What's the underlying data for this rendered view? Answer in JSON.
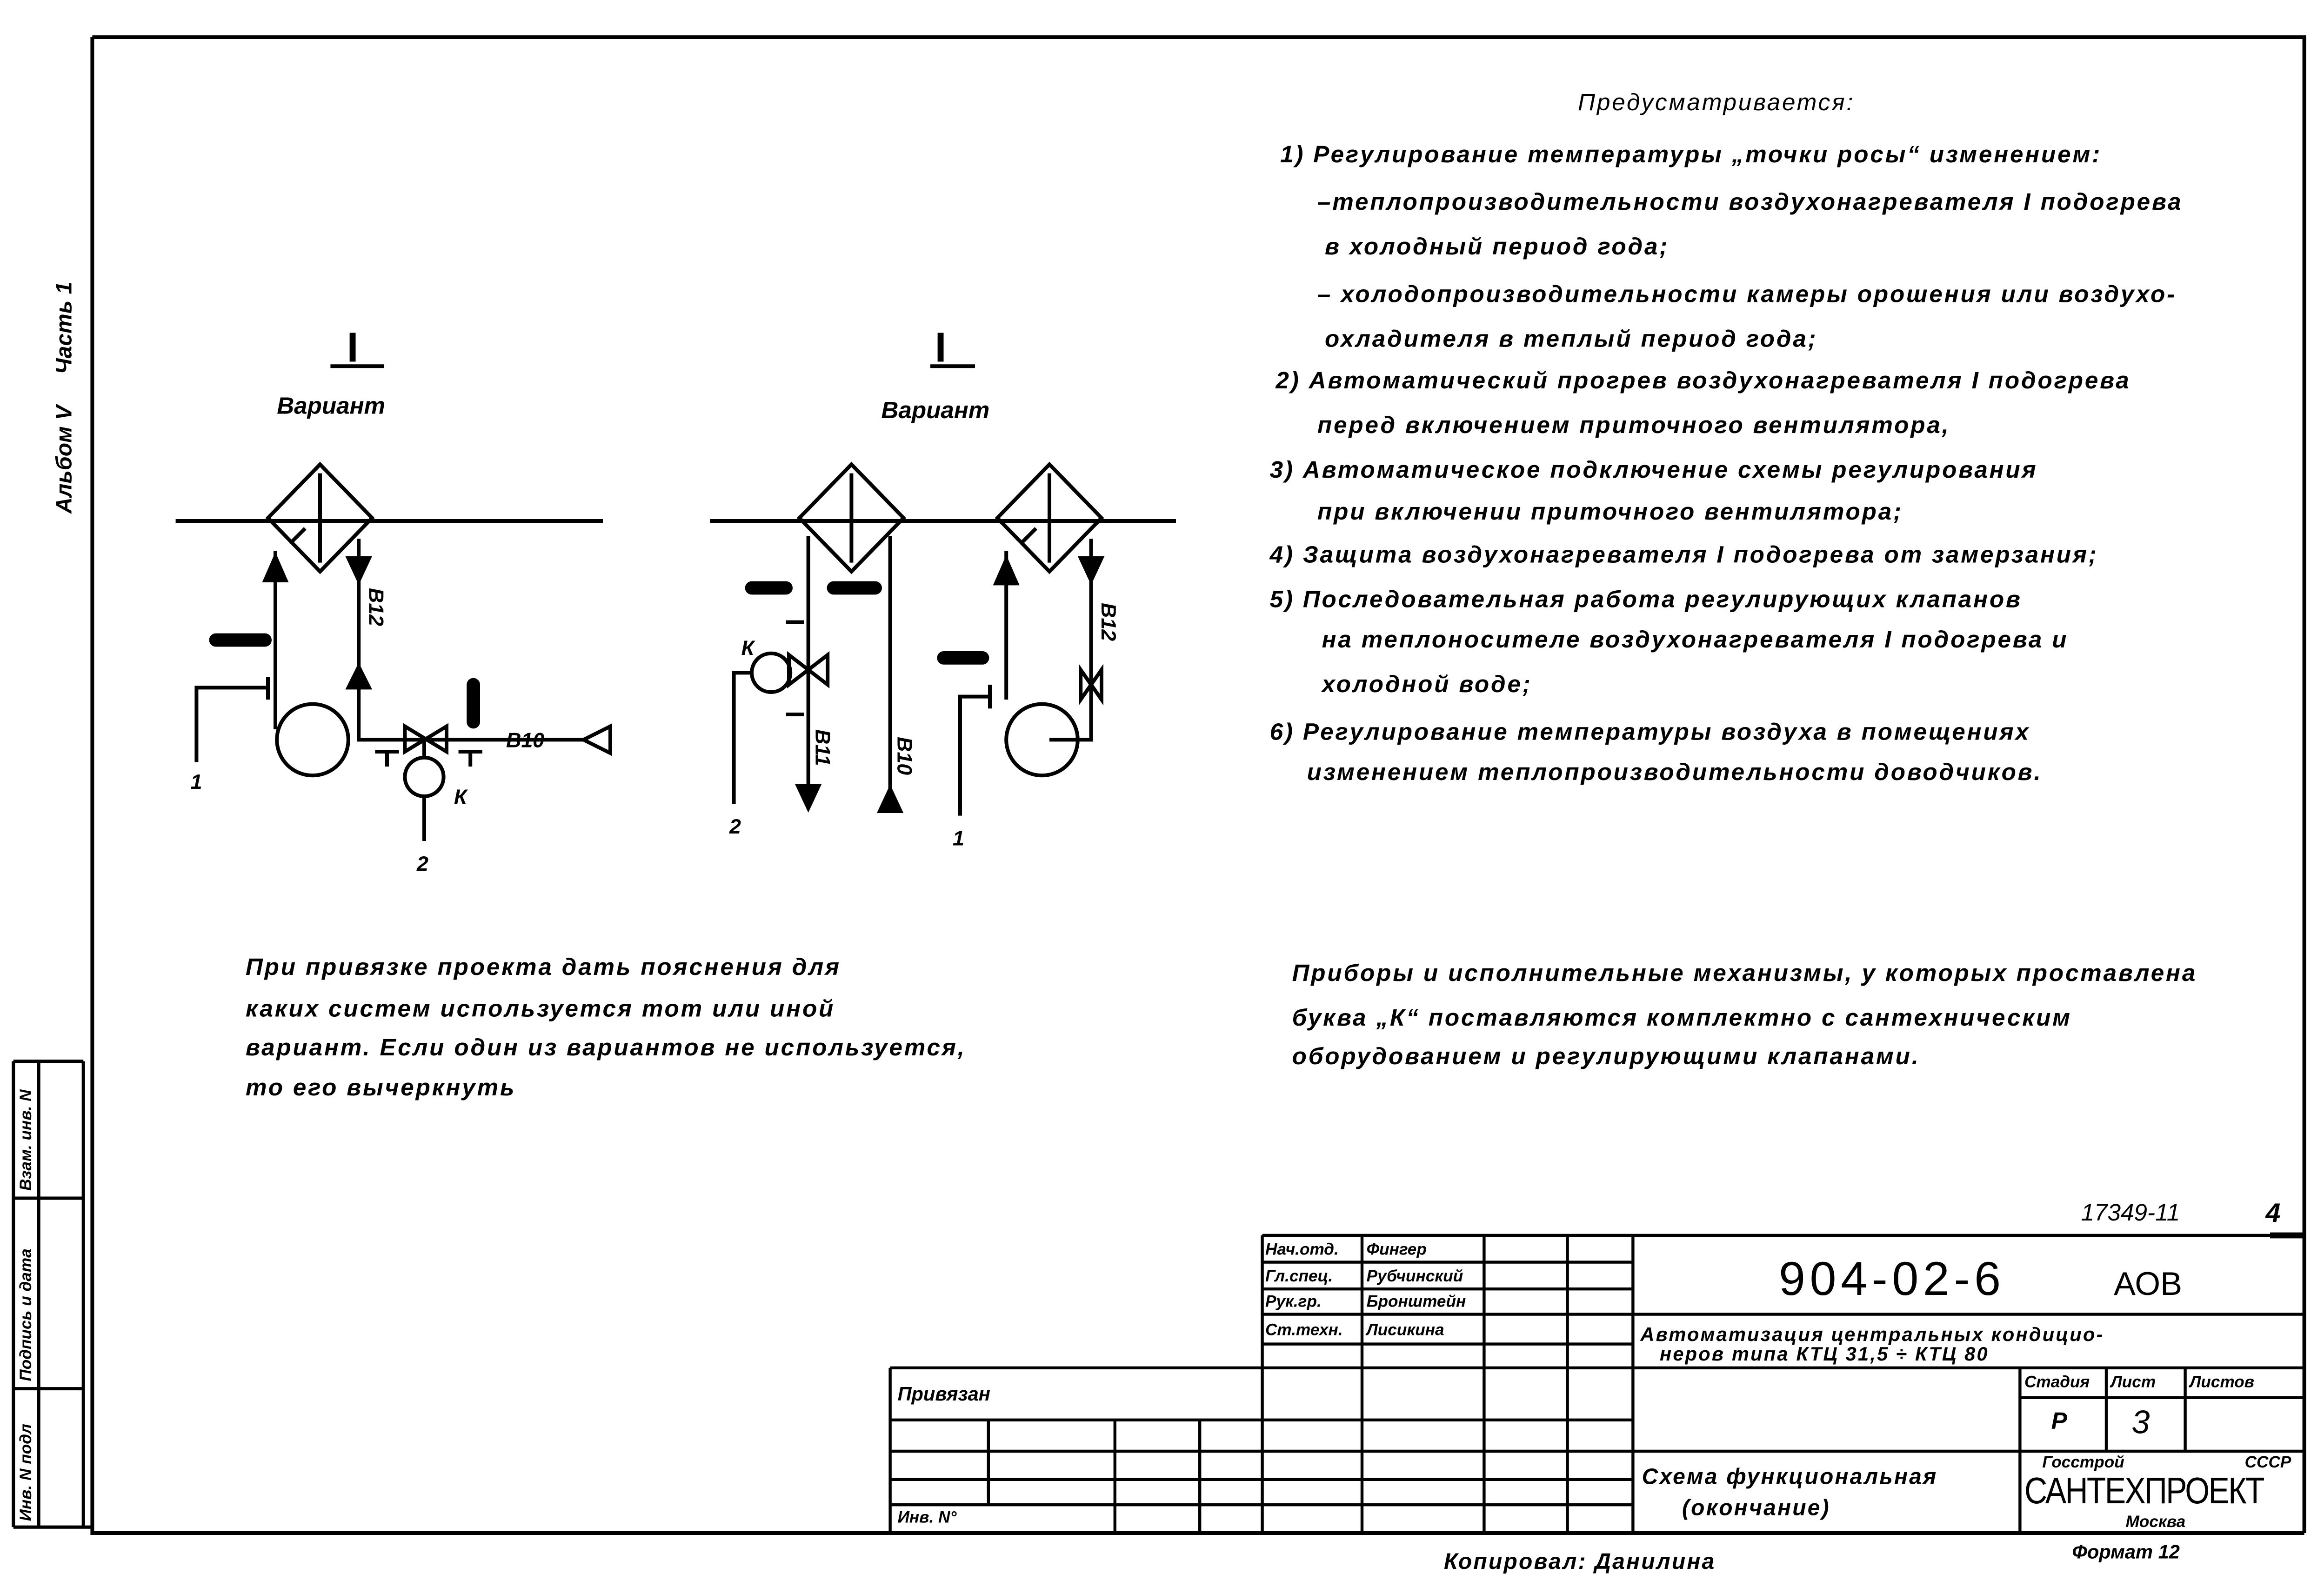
{
  "side_label": {
    "album": "Альбом V",
    "part": "Часть 1"
  },
  "stamp_strip": [
    "Взам. инв. N",
    "Подпись и дата",
    "Инв. N подл"
  ],
  "diagram_left": {
    "roman": "I",
    "variant": "Вариант",
    "labels": {
      "b12": "В12",
      "b10": "В10",
      "k": "К",
      "n1": "1",
      "n2": "2"
    }
  },
  "diagram_mid": {
    "roman": "I",
    "variant": "Вариант",
    "labels": {
      "b11": "В11",
      "b10": "В10",
      "b12": "В12",
      "k": "К",
      "n1": "1",
      "n2": "2"
    }
  },
  "notes": {
    "heading": "Предусматривается:",
    "lines": [
      "1) Регулирование температуры „точки росы“ изменением:",
      "–теплопроизводительности воздухонагревателя I подогрева",
      "в холодный период года;",
      "– холодопроизводительности камеры орошения или воздухо-",
      "охладителя в теплый период года;",
      "2) Автоматический прогрев воздухонагревателя I подогрева",
      "перед включением приточного вентилятора,",
      "3) Автоматическое подключение схемы регулирования",
      "при включении приточного вентилятора;",
      "4) Защита воздухонагревателя I подогрева от замерзания;",
      "5) Последовательная работа регулирующих клапанов",
      "на теплоносителе воздухонагревателя I подогрева и",
      "холодной воде;",
      "6) Регулирование температуры воздуха в помещениях",
      "изменением теплопроизводительности доводчиков."
    ]
  },
  "left_note": [
    "При привязке проекта дать пояснения для",
    "каких систем используется тот или иной",
    "вариант. Если один из вариантов не используется,",
    "то его вычеркнуть"
  ],
  "right_note": [
    "Приборы и исполнительные механизмы, у которых проставлена",
    "буква „К“ поставляются комплектно с сантехническим",
    "оборудованием и регулирующими клапанами."
  ],
  "title_block": {
    "archive_no": "17349-11",
    "sheet_corner": "4",
    "signers": [
      {
        "role": "Нач.отд.",
        "name": "Фингер"
      },
      {
        "role": "Гл.спец.",
        "name": "Рубчинский"
      },
      {
        "role": "Рук.гр.",
        "name": "Бронштейн"
      },
      {
        "role": "Ст.техн.",
        "name": "Лисикина"
      }
    ],
    "doc_code": "904-02-6",
    "doc_suffix": "АОВ",
    "project_title_1": "Автоматизация центральных кондицио-",
    "project_title_2": "неров типа КТЦ 31,5 ÷ КТЦ 80",
    "stage_header": "Стадия",
    "sheet_header": "Лист",
    "sheets_header": "Листов",
    "stage": "Р",
    "sheet": "3",
    "sheets": "",
    "drawing_title_1": "Схема функциональная",
    "drawing_title_2": "(окончание)",
    "org_top_left": "Госстрой",
    "org_top_right": "СССР",
    "org_name": "САНТЕХПРОЕКТ",
    "org_city": "Москва",
    "format": "Формат 12",
    "privyazan": "Привязан",
    "inv_no": "Инв. N°",
    "copied_by": "Копировал: Данилина"
  }
}
